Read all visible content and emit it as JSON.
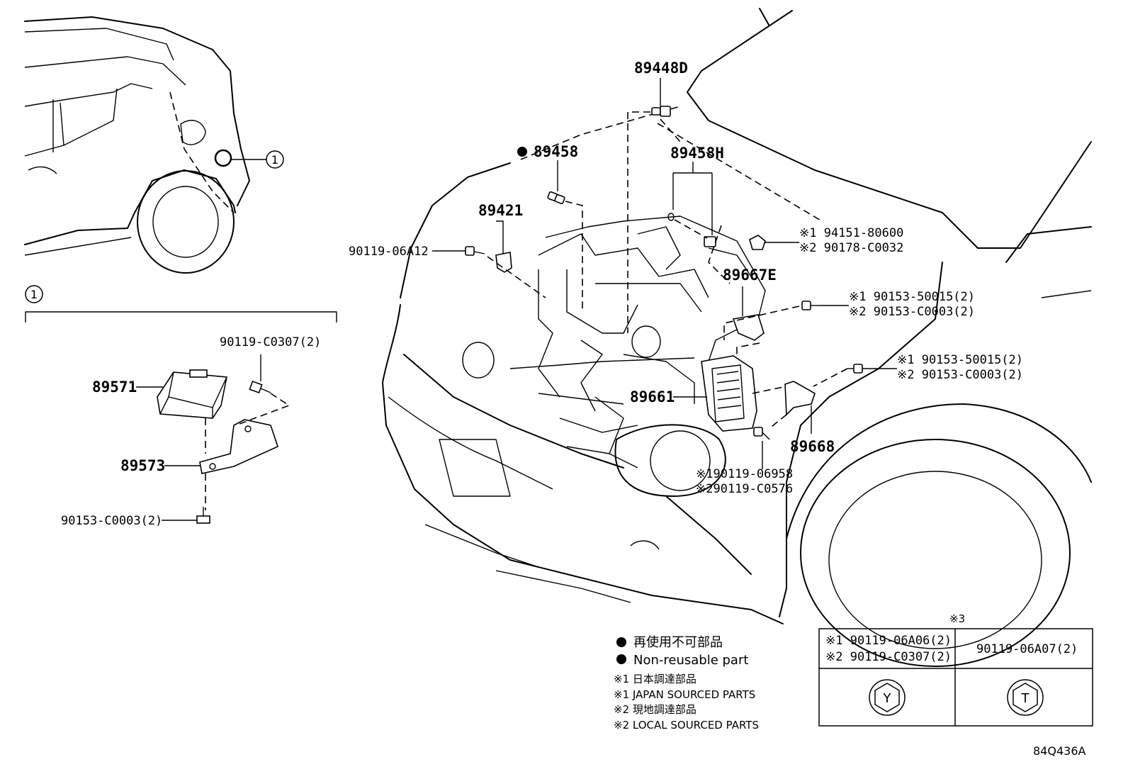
{
  "inset": {
    "callout_number": "1",
    "parts": [
      {
        "id": "p89571",
        "number": "89571"
      },
      {
        "id": "p89573",
        "number": "89573"
      },
      {
        "id": "p90119_c0307",
        "number": "90119-C0307(2)"
      },
      {
        "id": "p90153_c0003",
        "number": "90153-C0003(2)"
      }
    ]
  },
  "main": {
    "parts": [
      {
        "id": "p89448d",
        "number": "89448D"
      },
      {
        "id": "p89458",
        "number": "89458",
        "non_reusable": true
      },
      {
        "id": "p89458h",
        "number": "89458H"
      },
      {
        "id": "p89421",
        "number": "89421"
      },
      {
        "id": "p90119_06a12",
        "number": "90119-06A12"
      },
      {
        "id": "p89667e",
        "number": "89667E"
      },
      {
        "id": "p89661",
        "number": "89661"
      },
      {
        "id": "p89668",
        "number": "89668"
      }
    ],
    "alt_parts": [
      {
        "id": "alt_nut",
        "line1": "※1 94151-80600",
        "line2": "※2 90178-C0032"
      },
      {
        "id": "alt_bolt_upper",
        "line1": "※1 90153-50015(2)",
        "line2": "※2 90153-C0003(2)"
      },
      {
        "id": "alt_bolt_lower",
        "line1": "※1 90153-50015(2)",
        "line2": "※2 90153-C0003(2)"
      },
      {
        "id": "alt_bolt_ecu",
        "line1": "※190119-06958",
        "line2": "※290119-C0576"
      }
    ]
  },
  "legend": {
    "non_reusable_jp": "再使用不可部品",
    "non_reusable_en": "Non-reusable part",
    "japan_sourced_jp": "※1 日本調達部品",
    "japan_sourced_en": "※1 JAPAN SOURCED PARTS",
    "local_sourced_jp": "※2 現地調達部品",
    "local_sourced_en": "※2 LOCAL SOURCED PARTS"
  },
  "bolt_table": {
    "title": "※3",
    "col1_line1": "※1 90119-06A06(2)",
    "col1_line2": "※2 90119-C0307(2)",
    "col2_line1": "90119-06A07(2)",
    "head1_mark": "Y",
    "head2_mark": "T"
  },
  "diagram_code": "84Q436A"
}
